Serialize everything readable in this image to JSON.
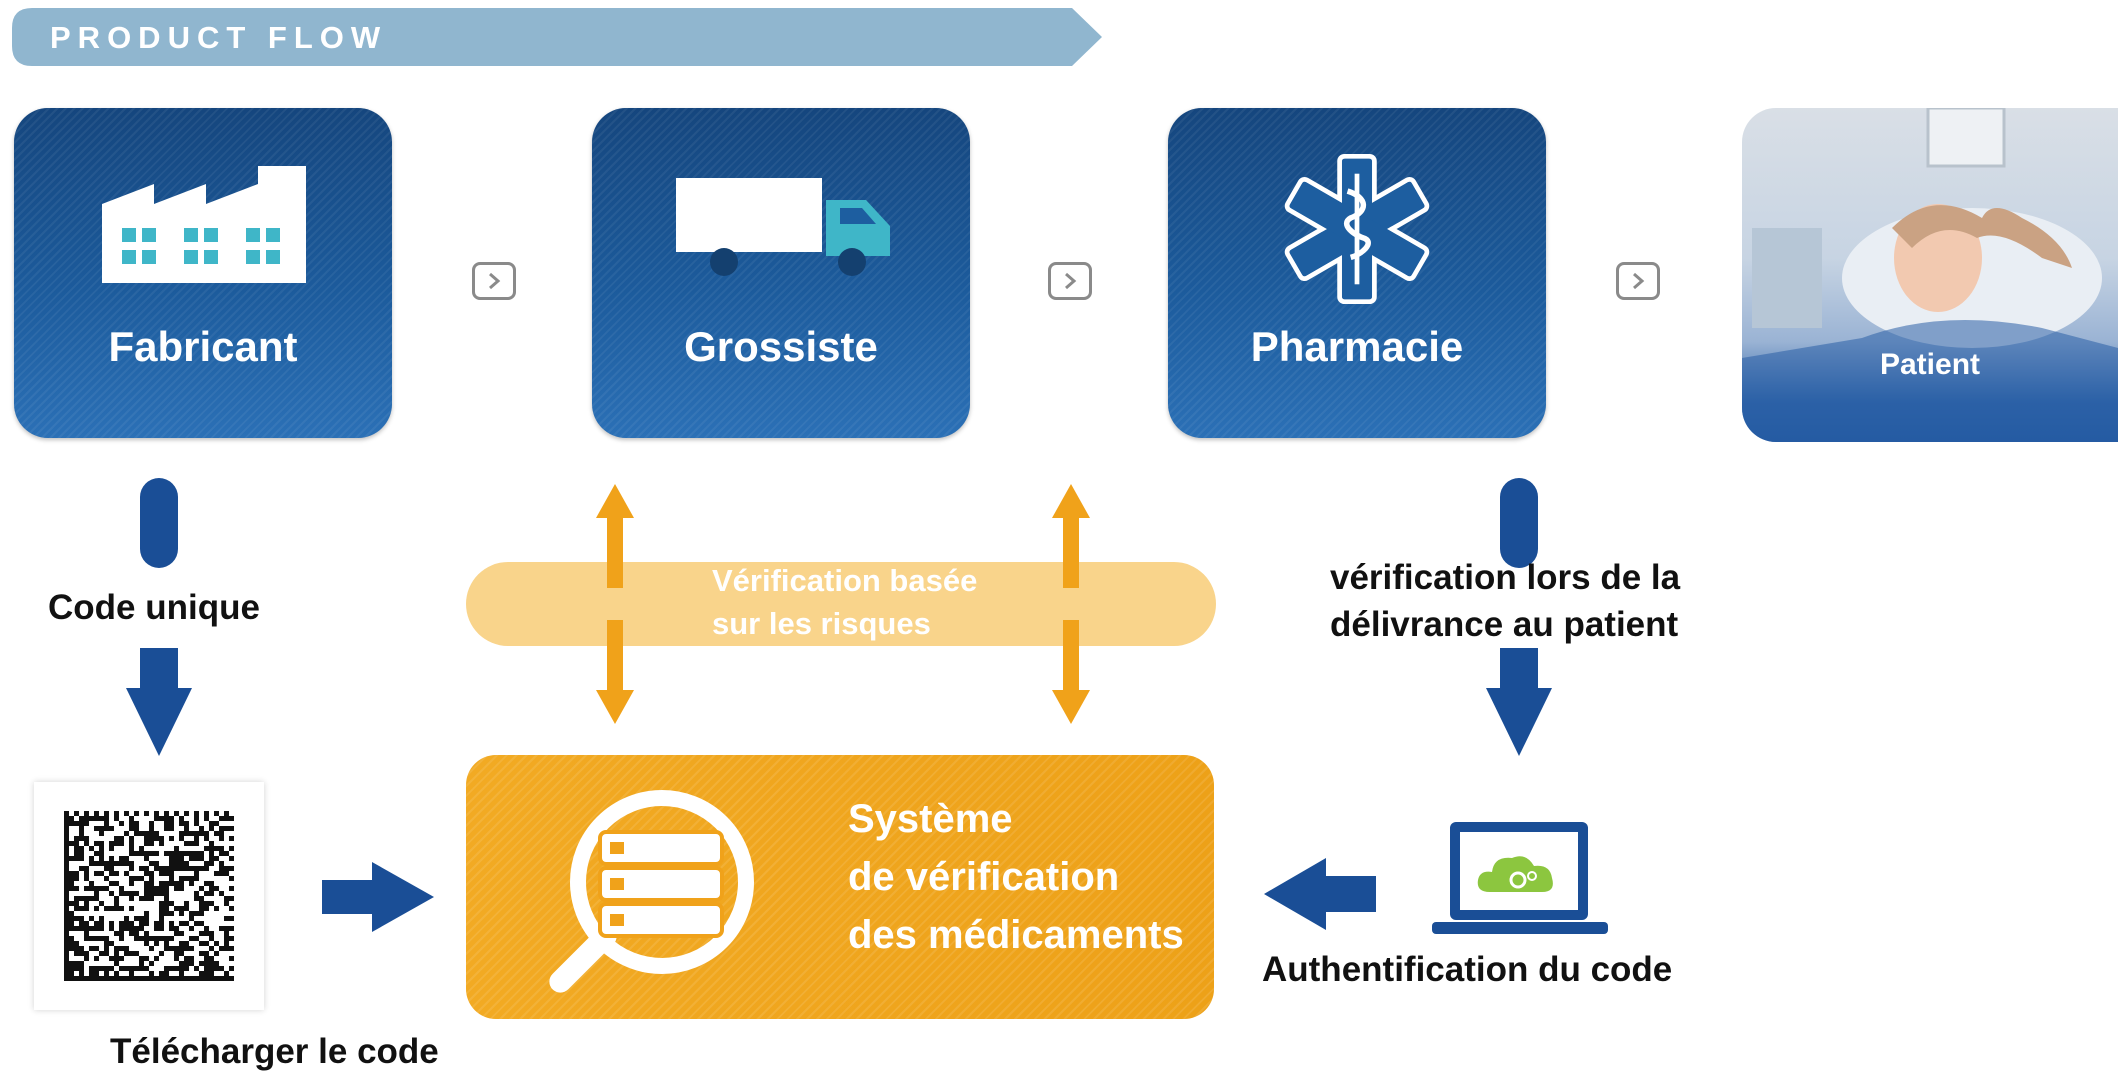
{
  "header": {
    "title": "PRODUCT FLOW"
  },
  "stages": [
    {
      "label": "Fabricant",
      "icon": "factory-icon"
    },
    {
      "label": "Grossiste",
      "icon": "truck-icon"
    },
    {
      "label": "Pharmacie",
      "icon": "star-of-life-icon"
    },
    {
      "label": "Patient",
      "icon": "patient-photo"
    }
  ],
  "labels": {
    "unique_code": "Code unique",
    "download_code": "Télécharger le code",
    "risk_verification_line1": "Vérification basée",
    "risk_verification_line2": "sur les risques",
    "dispense_verification_line1": "vérification lors de la",
    "dispense_verification_line2": "délivrance au patient",
    "authentication": "Authentification du code",
    "system_line1": "Système",
    "system_line2": "de vérification",
    "system_line3": "des médicaments"
  },
  "colors": {
    "ribbon": "#90b6cf",
    "card_blue": "#1d5ea0",
    "arrow_blue": "#1a4e96",
    "orange": "#f0a21a",
    "light_orange": "#f9d48b",
    "teal": "#3fb6c8",
    "green": "#8cc63f"
  }
}
